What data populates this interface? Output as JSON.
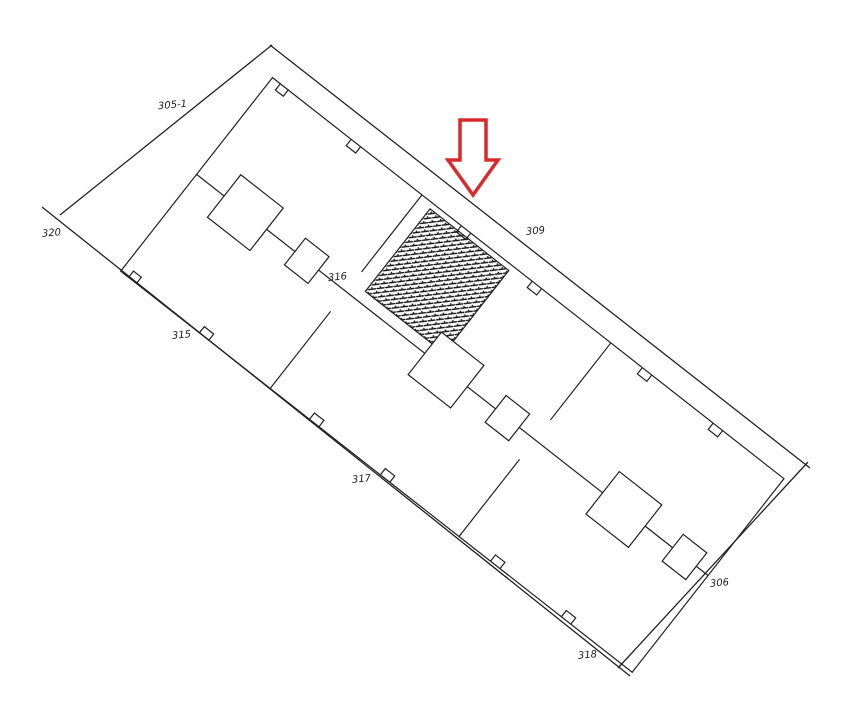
{
  "plan": {
    "lot_labels": {
      "north_west": "305-1",
      "west": "320",
      "south_west_1": "315",
      "center": "316",
      "south_west_2": "317",
      "south": "318",
      "east": "306",
      "north_east": "309"
    },
    "highlight_color": "#d92b2b",
    "line_color": "#222222"
  }
}
